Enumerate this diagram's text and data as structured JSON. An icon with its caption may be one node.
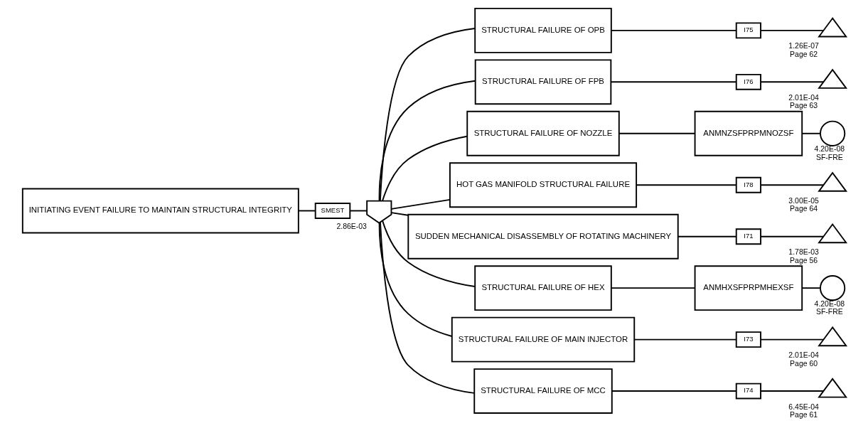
{
  "diagram": {
    "nodes": [
      {
        "text": [
          "INITIATING EVENT FAILURE TO MAINTAIN STRUCTURAL INTEGRITY"
        ]
      },
      {
        "text": [
          "SMEST"
        ]
      },
      {
        "text": [],
        "shape": "gate",
        "beside": [
          "2.86E-03"
        ]
      },
      {
        "text": [
          "STRUCTURAL FAILURE OF OPB"
        ]
      },
      {
        "text": [
          "I75"
        ]
      },
      {
        "text": [],
        "shape": "triangle",
        "beside": [
          "1.26E-07",
          "Page 62"
        ]
      },
      {
        "text": [
          "STRUCTURAL FAILURE OF FPB"
        ]
      },
      {
        "text": [
          "I76"
        ]
      },
      {
        "text": [],
        "shape": "triangle",
        "beside": [
          "2.01E-04",
          "Page 63"
        ]
      },
      {
        "text": [
          "STRUCTURAL FAILURE OF NOZZLE"
        ]
      },
      {
        "text": [
          "ANMNZSFPRPMNOZSF"
        ]
      },
      {
        "text": [],
        "shape": "circle",
        "beside": [
          "4.20E-08",
          "SF-FRE"
        ]
      },
      {
        "text": [
          "HOT GAS MANIFOLD STRUCTURAL FAILURE"
        ]
      },
      {
        "text": [
          "I78"
        ]
      },
      {
        "text": [],
        "shape": "triangle",
        "beside": [
          "3.00E-05",
          "Page 64"
        ]
      },
      {
        "text": [
          "SUDDEN MECHANICAL DISASSEMBLY OF ROTATING MACHINERY"
        ]
      },
      {
        "text": [
          "I71"
        ]
      },
      {
        "text": [],
        "shape": "triangle",
        "beside": [
          "1.78E-03",
          "Page 56"
        ]
      },
      {
        "text": [
          "STRUCTURAL FAILURE OF HEX"
        ]
      },
      {
        "text": [
          "ANMHXSFPRPMHEXSF"
        ]
      },
      {
        "text": [],
        "shape": "circle",
        "beside": [
          "4.20E-08",
          "SF-FRE"
        ]
      },
      {
        "text": [
          "STRUCTURAL FAILURE OF MAIN INJECTOR"
        ]
      },
      {
        "text": [
          "I73"
        ]
      },
      {
        "text": [],
        "shape": "triangle",
        "beside": [
          "2.01E-04",
          "Page 60"
        ]
      },
      {
        "text": [
          "STRUCTURAL FAILURE OF MCC"
        ]
      },
      {
        "text": [
          "I74"
        ]
      },
      {
        "text": [],
        "shape": "triangle",
        "beside": [
          "6.45E-04",
          "Page 61"
        ]
      }
    ],
    "edges": [
      {
        "from": 0,
        "to": 1,
        "arrow": "none"
      },
      {
        "from": 1,
        "to": 2,
        "arrow": "none"
      },
      {
        "from": 2,
        "to": 3,
        "arrow": "none"
      },
      {
        "from": 3,
        "to": 4,
        "arrow": "none"
      },
      {
        "from": 4,
        "to": 5,
        "arrow": "none"
      },
      {
        "from": 2,
        "to": 6,
        "arrow": "none"
      },
      {
        "from": 6,
        "to": 7,
        "arrow": "none"
      },
      {
        "from": 7,
        "to": 8,
        "arrow": "none"
      },
      {
        "from": 2,
        "to": 9,
        "arrow": "none"
      },
      {
        "from": 9,
        "to": 10,
        "arrow": "none"
      },
      {
        "from": 10,
        "to": 11,
        "arrow": "none"
      },
      {
        "from": 2,
        "to": 12,
        "arrow": "none"
      },
      {
        "from": 12,
        "to": 13,
        "arrow": "none"
      },
      {
        "from": 13,
        "to": 14,
        "arrow": "none"
      },
      {
        "from": 2,
        "to": 15,
        "arrow": "none"
      },
      {
        "from": 15,
        "to": 16,
        "arrow": "none"
      },
      {
        "from": 16,
        "to": 17,
        "arrow": "none"
      },
      {
        "from": 2,
        "to": 18,
        "arrow": "none"
      },
      {
        "from": 18,
        "to": 19,
        "arrow": "none"
      },
      {
        "from": 19,
        "to": 20,
        "arrow": "none"
      },
      {
        "from": 2,
        "to": 21,
        "arrow": "none"
      },
      {
        "from": 21,
        "to": 22,
        "arrow": "none"
      },
      {
        "from": 22,
        "to": 23,
        "arrow": "none"
      },
      {
        "from": 2,
        "to": 24,
        "arrow": "none"
      },
      {
        "from": 24,
        "to": 25,
        "arrow": "none"
      },
      {
        "from": 25,
        "to": 26,
        "arrow": "none"
      }
    ]
  }
}
